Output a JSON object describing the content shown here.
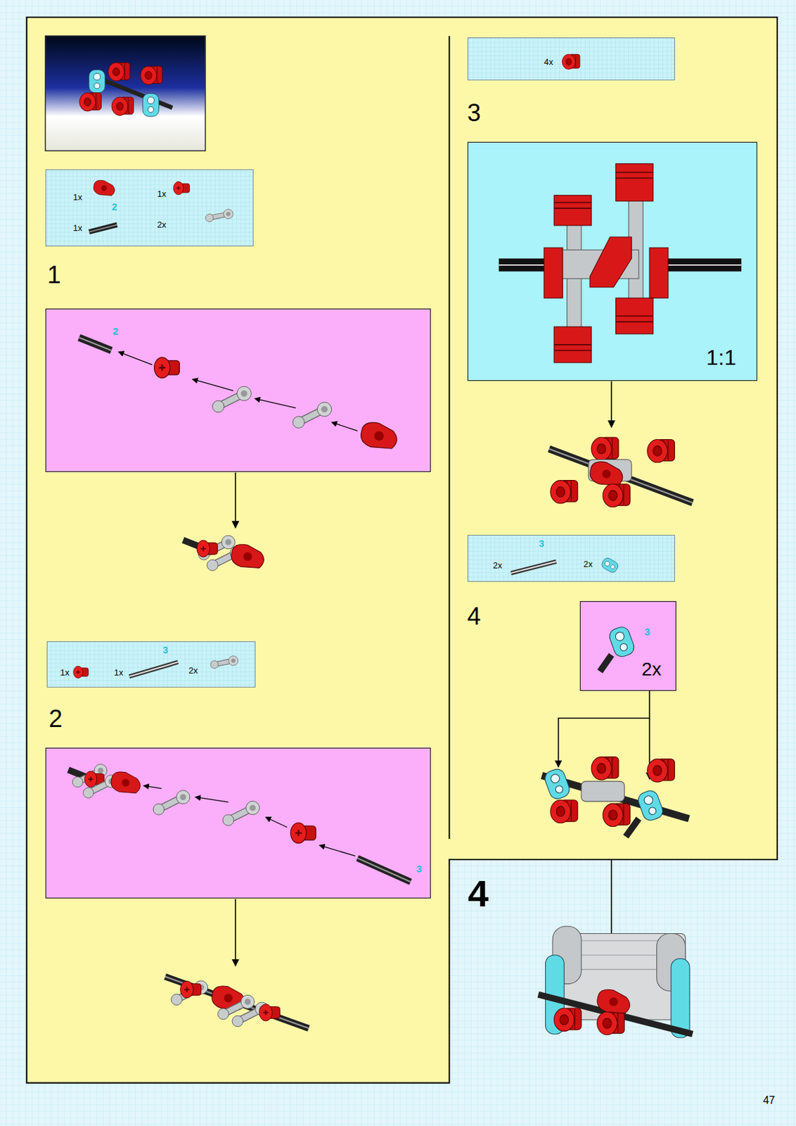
{
  "diagram": {
    "nodes": [
      {
        "text": [
          "1x",
          "1x",
          "2",
          "1x",
          "2x"
        ]
      },
      {
        "text": [
          "2"
        ]
      },
      {
        "text": [
          "1x",
          "3",
          "1x",
          "2x"
        ]
      },
      {
        "text": [
          "3"
        ]
      },
      {
        "text": [
          "4x"
        ]
      },
      {
        "text": [
          "1:1"
        ]
      },
      {
        "text": [
          "3",
          "2x",
          "2x"
        ]
      },
      {
        "text": [
          "3",
          "2x"
        ]
      }
    ],
    "labels": [
      "1",
      "2",
      "3",
      "4",
      "4",
      "47"
    ]
  }
}
